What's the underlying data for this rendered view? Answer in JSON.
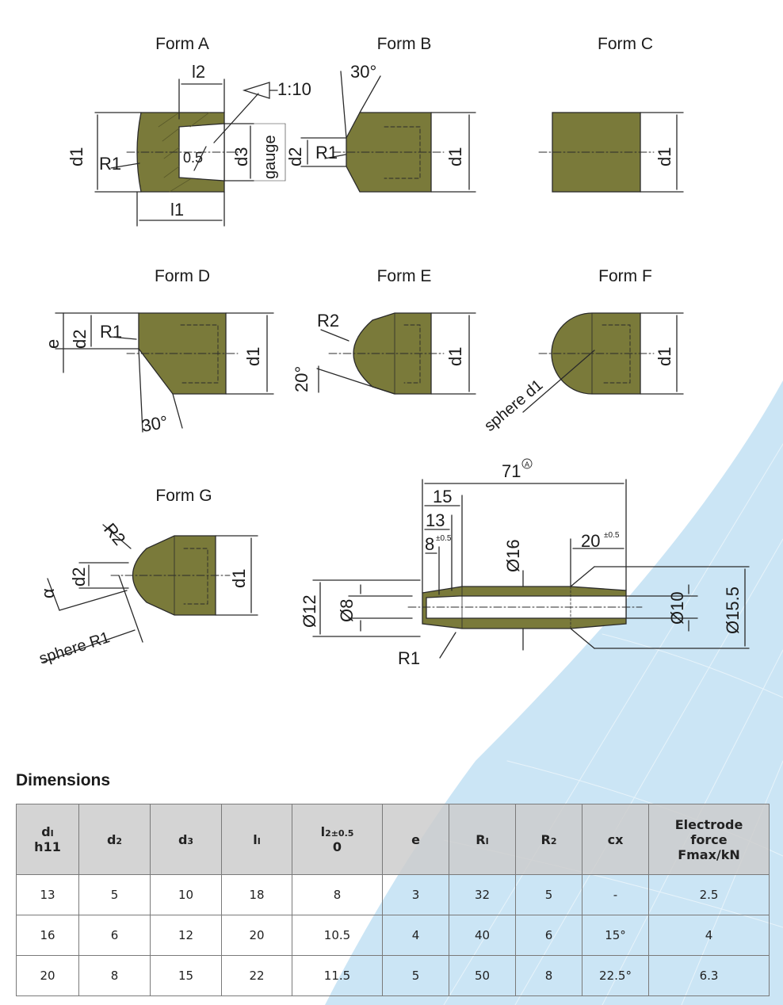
{
  "colors": {
    "part_fill": "#7a7a3a",
    "line": "#2a2a2a",
    "decor_blue": "#b9dcf2",
    "header_gray": "#cdcdcd"
  },
  "forms": {
    "a": {
      "title": "Form A",
      "l2": "l2",
      "taper": "1:10",
      "d1": "d1",
      "r1": "R1",
      "chamfer": "0.5",
      "d3": "d3",
      "gauge": "gauge",
      "l1": "l1"
    },
    "b": {
      "title": "Form B",
      "angle": "30°",
      "d2": "d2",
      "r1": "R1",
      "d1": "d1"
    },
    "c": {
      "title": "Form C",
      "d1": "d1"
    },
    "d": {
      "title": "Form D",
      "e": "e",
      "d2": "d2",
      "r1": "R1",
      "d1": "d1",
      "angle": "30°"
    },
    "e": {
      "title": "Form E",
      "r2": "R2",
      "d1": "d1",
      "angle": "20°"
    },
    "f": {
      "title": "Form F",
      "d1": "d1",
      "sphere": "sphere d1"
    },
    "g": {
      "title": "Form G",
      "r2": "R2",
      "d2": "d2",
      "alpha": "α",
      "d1": "d1",
      "sphere": "sphere R1"
    }
  },
  "adapter": {
    "len71": "71",
    "circle_a": "A",
    "len15": "15",
    "len13": "13",
    "len8": "8",
    "tol8": "±0.5",
    "d16": "Ø16",
    "len20": "20",
    "tol20": "±0.5",
    "d12": "Ø12",
    "d8": "Ø8",
    "d10": "Ø10",
    "d155": "Ø15.5",
    "r1": "R1"
  },
  "dimensions": {
    "heading": "Dimensions",
    "headers": [
      {
        "main": "d",
        "sub": "I",
        "line2": "h11"
      },
      {
        "main": "d",
        "sub": "2",
        "line2": ""
      },
      {
        "main": "d",
        "sub": "3",
        "line2": ""
      },
      {
        "main": "l",
        "sub": "I",
        "line2": ""
      },
      {
        "main": "l",
        "sub": "2±0.5",
        "line2": "0"
      },
      {
        "main": "e",
        "sub": "",
        "line2": ""
      },
      {
        "main": "R",
        "sub": "I",
        "line2": ""
      },
      {
        "main": "R",
        "sub": "2",
        "line2": ""
      },
      {
        "main": "cx",
        "sub": "",
        "line2": ""
      },
      {
        "main": "Electrode",
        "sub": "",
        "line2": "force",
        "line3": "Fmax/kN"
      }
    ],
    "rows": [
      [
        "13",
        "5",
        "10",
        "18",
        "8",
        "3",
        "32",
        "5",
        "-",
        "2.5"
      ],
      [
        "16",
        "6",
        "12",
        "20",
        "10.5",
        "4",
        "40",
        "6",
        "15°",
        "4"
      ],
      [
        "20",
        "8",
        "15",
        "22",
        "11.5",
        "5",
        "50",
        "8",
        "22.5°",
        "6.3"
      ]
    ]
  }
}
